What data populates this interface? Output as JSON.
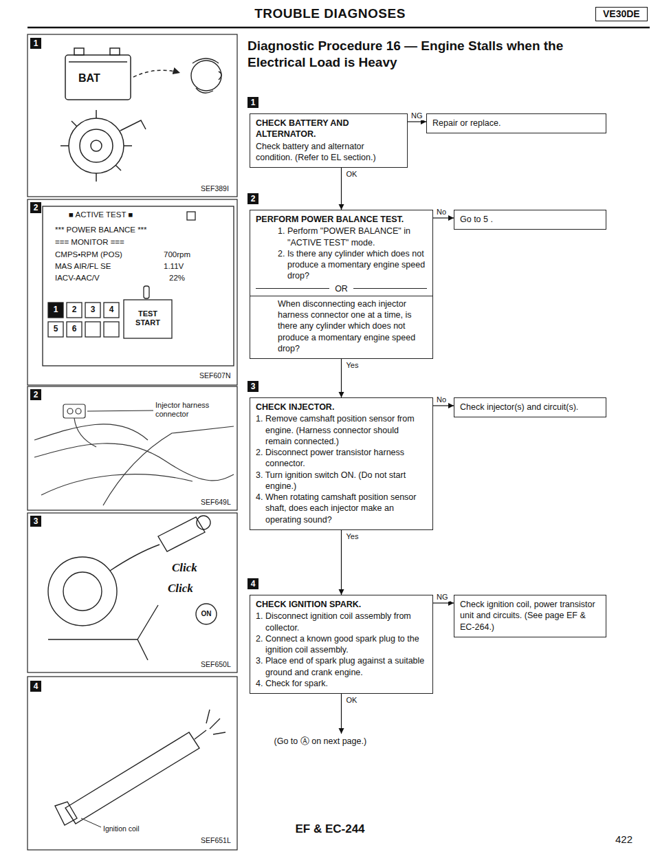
{
  "diagram": {
    "title": "Diagnostic Procedure 16 — Engine Stalls when the Electrical Load is Heavy",
    "nodes": [
      {
        "text": [
          "CHECK BATTERY AND ALTERNATOR.",
          "Check battery and alternator condition. (Refer to EL section.)"
        ]
      },
      {
        "text": [
          "Repair or replace."
        ]
      },
      {
        "text": [
          "PERFORM POWER BALANCE TEST.",
          "1. Perform \"POWER BALANCE\" in \"ACTIVE TEST\" mode.",
          "2. Is there any cylinder which does not produce a momentary engine speed drop?",
          "OR",
          "When disconnecting each injector harness connector one at a time, is there any cylinder which does not produce a momentary engine speed drop?"
        ]
      },
      {
        "text": [
          "Go to 5 ."
        ]
      },
      {
        "text": [
          "CHECK INJECTOR.",
          "1. Remove camshaft position sensor from engine. (Harness connector should remain connected.)",
          "2. Disconnect power transistor harness connector.",
          "3. Turn ignition switch ON. (Do not start engine.)",
          "4. When rotating camshaft position sensor shaft, does each injector make an operating sound?"
        ]
      },
      {
        "text": [
          "Check injector(s) and circuit(s)."
        ]
      },
      {
        "text": [
          "CHECK IGNITION SPARK.",
          "1. Disconnect ignition coil assembly from collector.",
          "2. Connect a known good spark plug to the ignition coil assembly.",
          "3. Place end of spark plug against a suitable ground and crank engine.",
          "4. Check for spark."
        ]
      },
      {
        "text": [
          "Check ignition coil, power transistor unit and circuits. (See page EF & EC-264.)"
        ]
      }
    ],
    "edges": [
      {
        "from": 0,
        "to": 1,
        "label": "NG",
        "arrow": "to"
      },
      {
        "from": 0,
        "to": 2,
        "label": "OK",
        "arrow": "to"
      },
      {
        "from": 2,
        "to": 3,
        "label": "No",
        "arrow": "to"
      },
      {
        "from": 2,
        "to": 4,
        "label": "Yes",
        "arrow": "to"
      },
      {
        "from": 4,
        "to": 5,
        "label": "No",
        "arrow": "to"
      },
      {
        "from": 4,
        "to": 6,
        "label": "Yes",
        "arrow": "to"
      },
      {
        "from": 6,
        "to": 7,
        "label": "NG",
        "arrow": "to"
      }
    ],
    "labels": [
      "TROUBLE DIAGNOSES",
      "VE30DE",
      "1",
      "BAT",
      "SEF389I",
      "1",
      "2",
      "■ ACTIVE TEST ■",
      "*** POWER BALANCE ***",
      "=== MONITOR ===",
      "CMPS•RPM (POS)",
      "700rpm",
      "MAS AIR/FL SE",
      "1.11V",
      "IACV-AAC/V",
      "22%",
      "1",
      "2",
      "3",
      "4",
      "5",
      "6",
      "TEST START",
      "SEF607N",
      "2",
      "2",
      "Injector harness connector",
      "SEF649L",
      "3",
      "3",
      "Click",
      "Click",
      "ON",
      "SEF650L",
      "4",
      "4",
      "Ignition coil",
      "SEF651L",
      "OK",
      "(Go to Ⓐ on next page.)",
      "EF & EC-244",
      "422"
    ]
  }
}
